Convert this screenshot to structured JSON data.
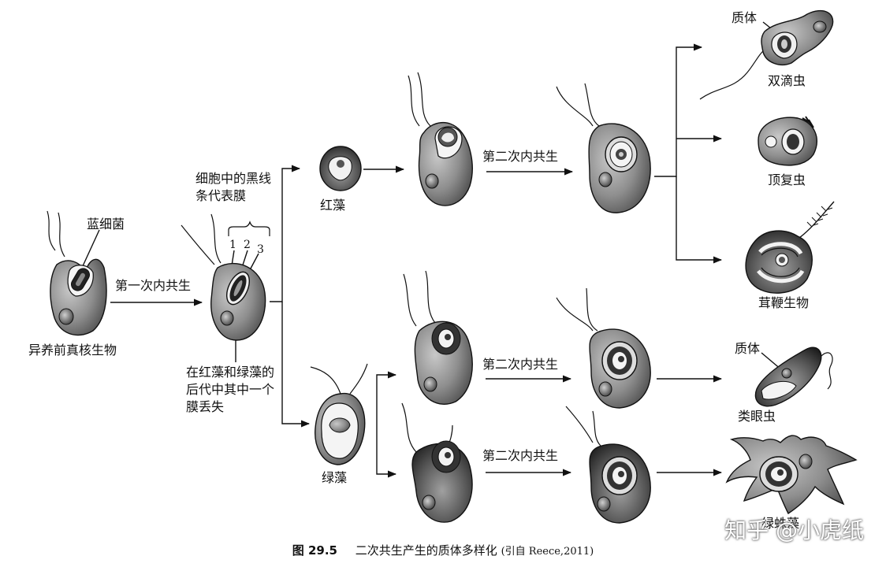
{
  "labels": {
    "cyanobacterium": "蓝细菌",
    "ancestor": "异养前真核生物",
    "first_endosymbiosis": "第一次内共生",
    "membranes_note": "细胞中的黑线条代表膜",
    "membrane_1": "1",
    "membrane_2": "2",
    "membrane_3": "3",
    "lost_membrane_note": "在红藻和绿藻的后代中其中一个膜丢失",
    "red_alga": "红藻",
    "green_alga": "绿藻",
    "second_endosymbiosis_1": "第二次内共生",
    "second_endosymbiosis_2": "第二次内共生",
    "second_endosymbiosis_3": "第二次内共生",
    "plastid_1": "质体",
    "plastid_2": "质体",
    "dinoflagellate": "双滴虫",
    "apicomplexan": "顶复虫",
    "stramenopile": "茸鞭生物",
    "euglenid": "类眼虫",
    "chlorarachniophyte": "绿蛛藻"
  },
  "caption": {
    "figure_number": "图 29.5",
    "text": "二次共生产生的质体多样化",
    "source": "(引自 Reece,2011)"
  },
  "watermark": "知乎 @小虎纸",
  "colors": {
    "cell_fill": "#8f8f8f",
    "cell_dark": "#3a3a3a",
    "plastid_light": "#f2f2f2",
    "line": "#111111"
  }
}
